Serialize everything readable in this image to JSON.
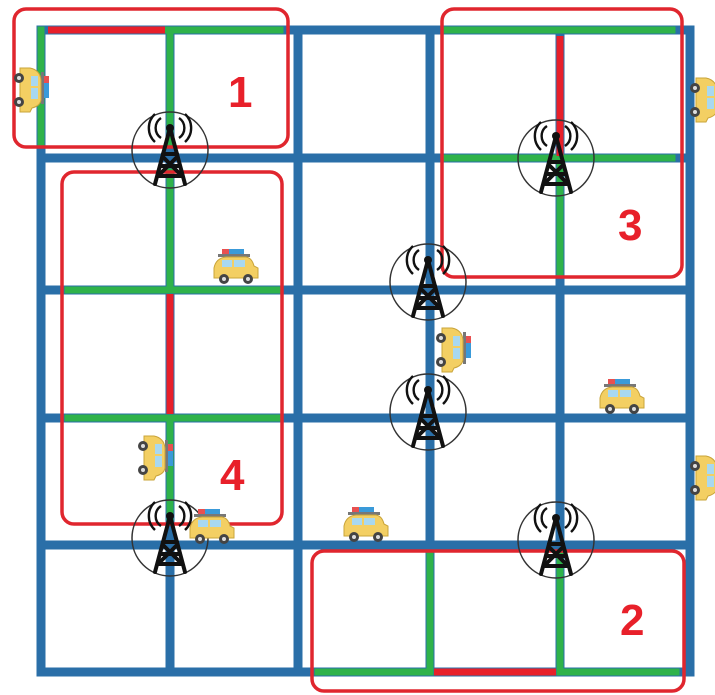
{
  "colors": {
    "road_blue": "#2a6fa8",
    "road_green": "#2fb24a",
    "road_red": "#e8202a",
    "zone_outline": "#e0262e",
    "tower": "#111111",
    "car_body": "#f3cf63",
    "car_luggage_blue": "#3a9ad9",
    "car_luggage_red": "#e85050"
  },
  "zones": [
    {
      "label": "1"
    },
    {
      "label": "2"
    },
    {
      "label": "3"
    },
    {
      "label": "4"
    }
  ],
  "icons": {
    "tower": "cell-tower-icon",
    "car": "taxi-car-icon"
  }
}
